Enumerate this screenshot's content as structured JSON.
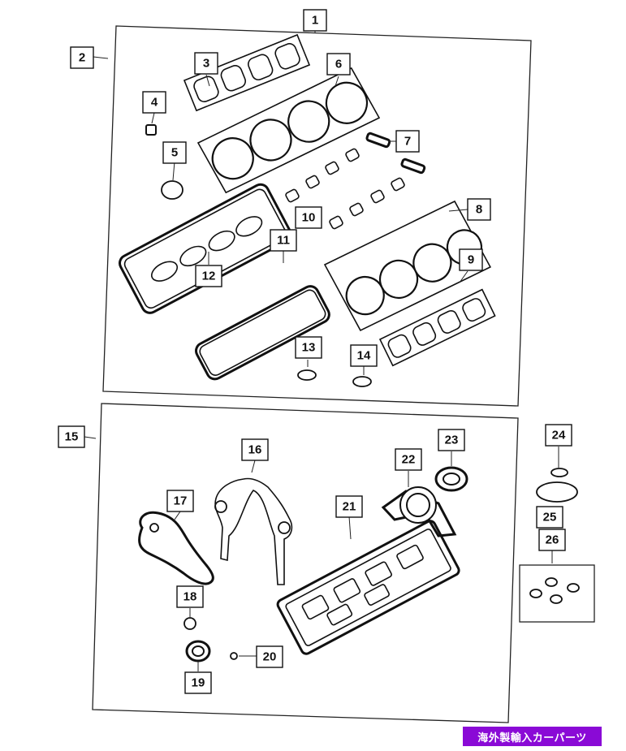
{
  "callouts": {
    "c1": "1",
    "c2": "2",
    "c3": "3",
    "c4": "4",
    "c5": "5",
    "c6": "6",
    "c7": "7",
    "c8": "8",
    "c9": "9",
    "c10": "10",
    "c11": "11",
    "c12": "12",
    "c13": "13",
    "c14": "14",
    "c15": "15",
    "c16": "16",
    "c17": "17",
    "c18": "18",
    "c19": "19",
    "c20": "20",
    "c21": "21",
    "c22": "22",
    "c23": "23",
    "c24": "24",
    "c25": "25",
    "c26": "26"
  },
  "watermark": "海外製輸入カーパーツ",
  "colors": {
    "line": "#111111",
    "watermark_bg": "#8a0ad6",
    "watermark_text": "#ffffff"
  }
}
